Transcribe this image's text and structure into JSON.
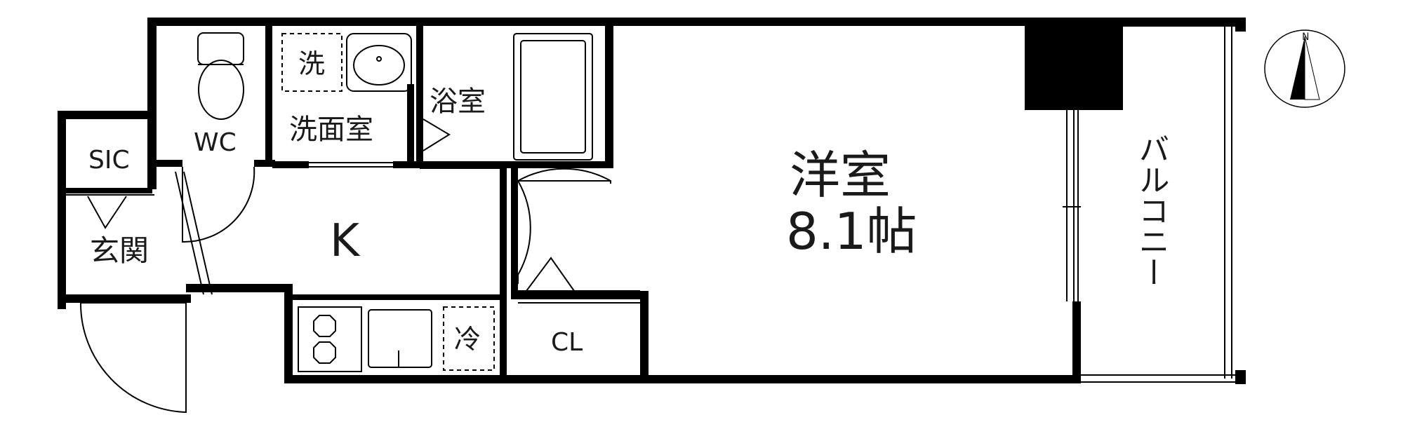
{
  "rooms": {
    "sic": "SIC",
    "wc": "WC",
    "washroom": "洗面室",
    "washer": "洗",
    "bath": "浴室",
    "entrance": "玄関",
    "kitchen": "K",
    "fridge": "冷",
    "closet": "CL",
    "western_room": "洋室",
    "western_room_size": "8.1帖",
    "balcony": "バルコニー"
  },
  "compass": {
    "north": "N"
  },
  "colors": {
    "wall": "#000000",
    "line": "#000000",
    "text": "#1a1a1a"
  }
}
